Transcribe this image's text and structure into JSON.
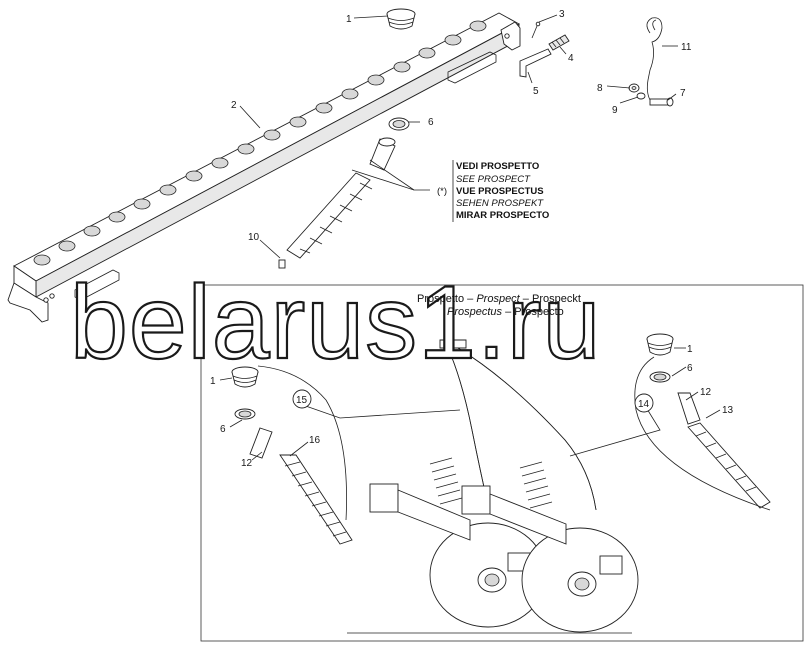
{
  "watermark": "belarus1.ru",
  "note": {
    "marker": "(*)",
    "lines": [
      "VEDI PROSPETTO",
      "SEE PROSPECT",
      "VUE PROSPECTUS",
      "SEHEN PROSPEKT",
      "MIRAR PROSPECTO"
    ]
  },
  "inset_header": {
    "line1_a": "Prospetto – ",
    "line1_b": "Prospect",
    "line1_c": " – Prospeckt",
    "line2_a": "Prospectus",
    "line2_b": " – Prospecto"
  },
  "callouts": {
    "p1_top": "1",
    "p2": "2",
    "p3": "3",
    "p4": "4",
    "p5": "5",
    "p6_top": "6",
    "p7": "7",
    "p8": "8",
    "p9": "9",
    "p10": "10",
    "p11": "11",
    "p1_left": "1",
    "p6_left": "6",
    "p12_left": "12",
    "p16": "16",
    "p1_right": "1",
    "p6_right": "6",
    "p12_right": "12",
    "p13": "13",
    "p15": "15",
    "p14": "14"
  },
  "colors": {
    "line": "#222222",
    "background": "#ffffff",
    "hole_fill": "#d8d8d8"
  }
}
